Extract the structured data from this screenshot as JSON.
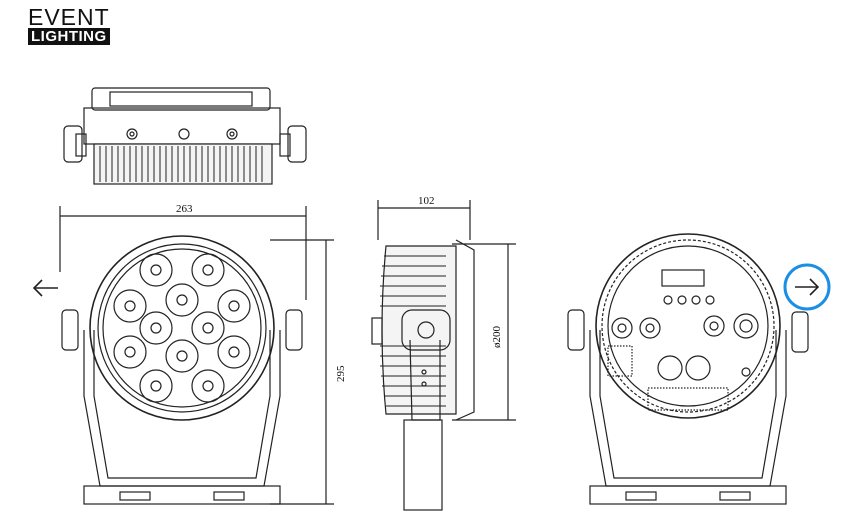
{
  "brand": {
    "line1": "EVENT",
    "line2": "LIGHTING"
  },
  "dimensions": {
    "width": "263",
    "height": "295",
    "depth": "102",
    "diameter": "ø200"
  },
  "nav": {
    "prev_icon": "arrow-left-icon",
    "next_icon": "arrow-right-icon",
    "highlight_color": "#1a8fe3"
  },
  "colors": {
    "line": "#222222",
    "background": "#ffffff"
  }
}
